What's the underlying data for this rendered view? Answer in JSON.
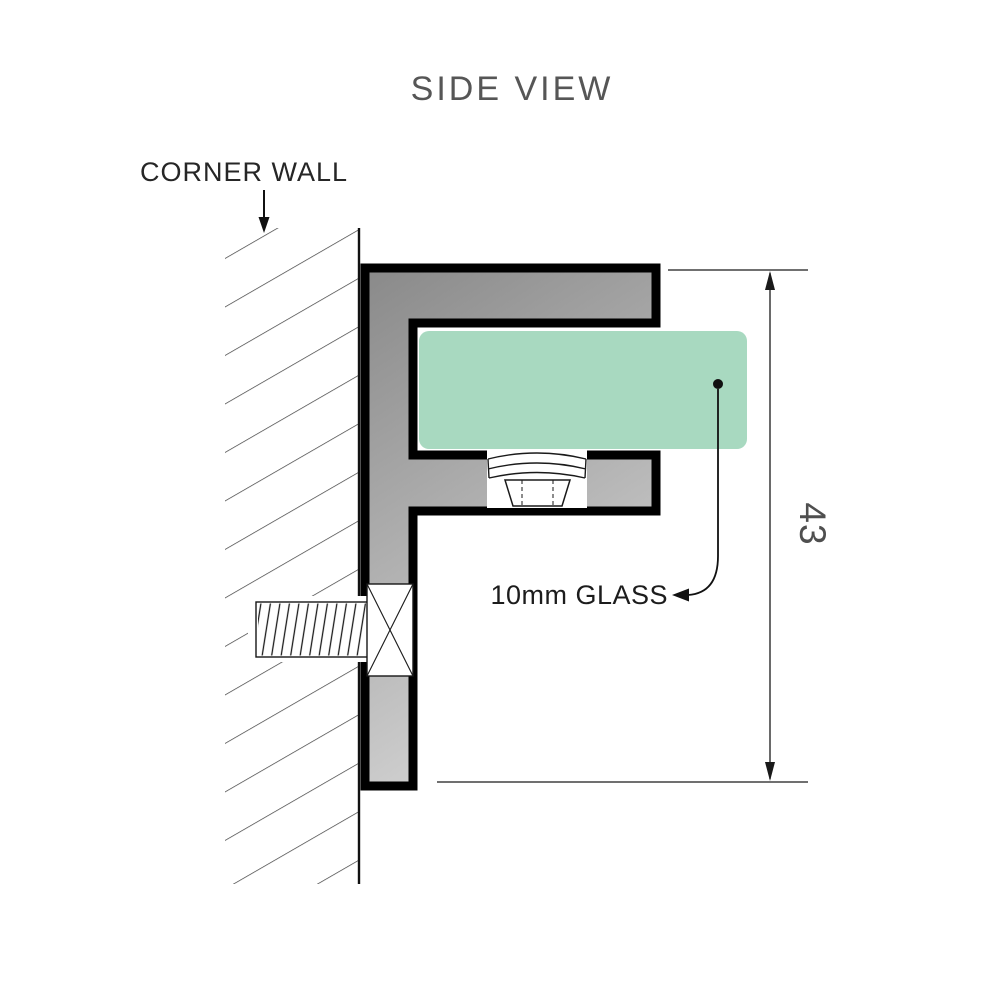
{
  "title": "SIDE VIEW",
  "labels": {
    "corner_wall": "CORNER WALL",
    "glass": "10mm GLASS",
    "dimension_43": "43"
  },
  "colors": {
    "glass_fill": "#a8d9c0",
    "metal_dark": "#8a8a8a",
    "metal_mid": "#bcbcbc",
    "metal_light": "#e8e8e8",
    "line": "#1a1a1a"
  }
}
